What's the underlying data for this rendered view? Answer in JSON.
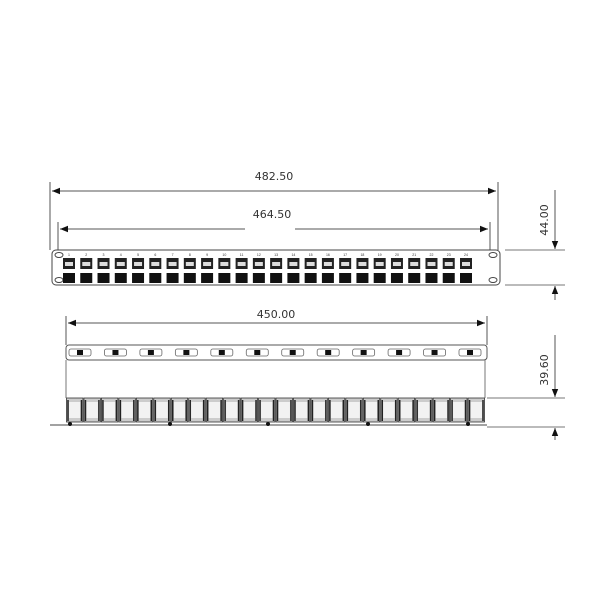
{
  "drawing": {
    "front_view": {
      "overall_width": "482.50",
      "mounting_width": "464.50",
      "height": "44.00",
      "port_count": 24,
      "port_labels": [
        "1",
        "2",
        "3",
        "4",
        "5",
        "6",
        "7",
        "8",
        "9",
        "10",
        "11",
        "12",
        "13",
        "14",
        "15",
        "16",
        "17",
        "18",
        "19",
        "20",
        "21",
        "22",
        "23",
        "24"
      ]
    },
    "top_view": {
      "body_width": "450.00",
      "depth": "39.60",
      "led_slot_count": 12,
      "connector_count": 24
    }
  }
}
